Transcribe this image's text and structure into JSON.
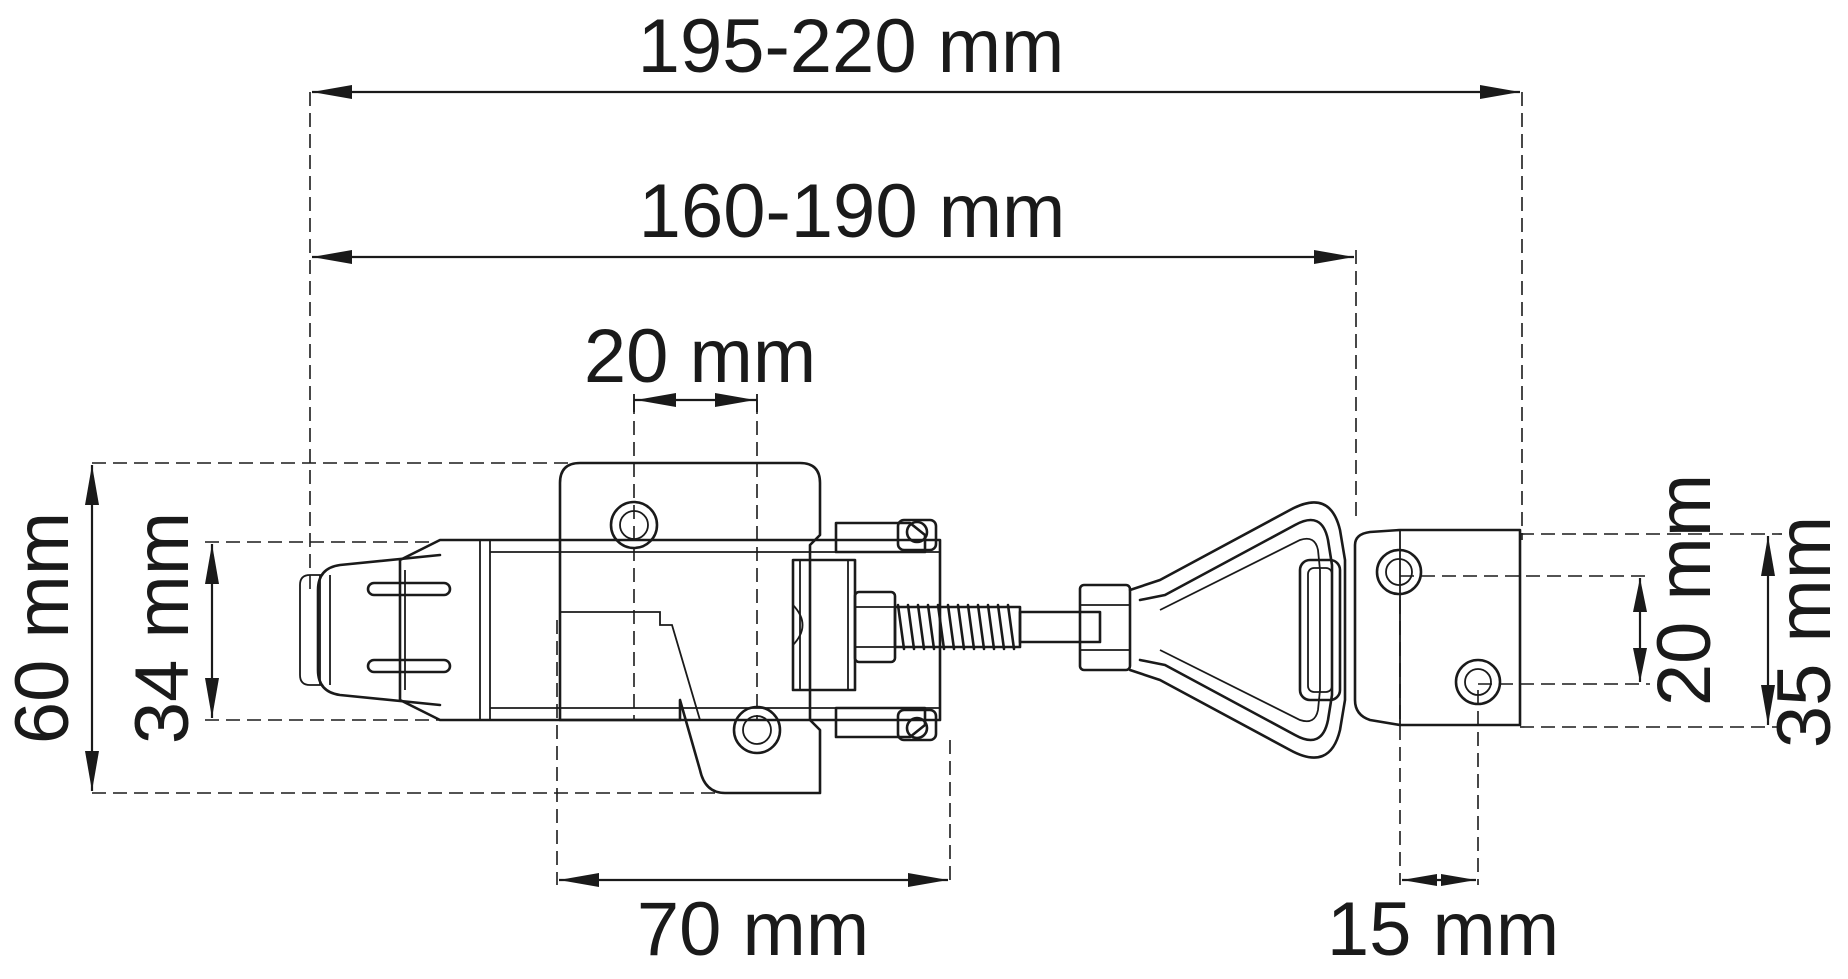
{
  "diagram": {
    "dimensions": {
      "overall_length": "195-220 mm",
      "closed_length": "160-190 mm",
      "hole_spacing_body": "20 mm",
      "body_height": "60 mm",
      "body_inner_height": "34 mm",
      "body_length": "70 mm",
      "keeper_hole_spacing_vertical": "20 mm",
      "keeper_height": "35 mm",
      "keeper_hole_spacing_horizontal": "15 mm"
    },
    "colors": {
      "line": "#1a1a1a",
      "background": "#ffffff"
    }
  }
}
